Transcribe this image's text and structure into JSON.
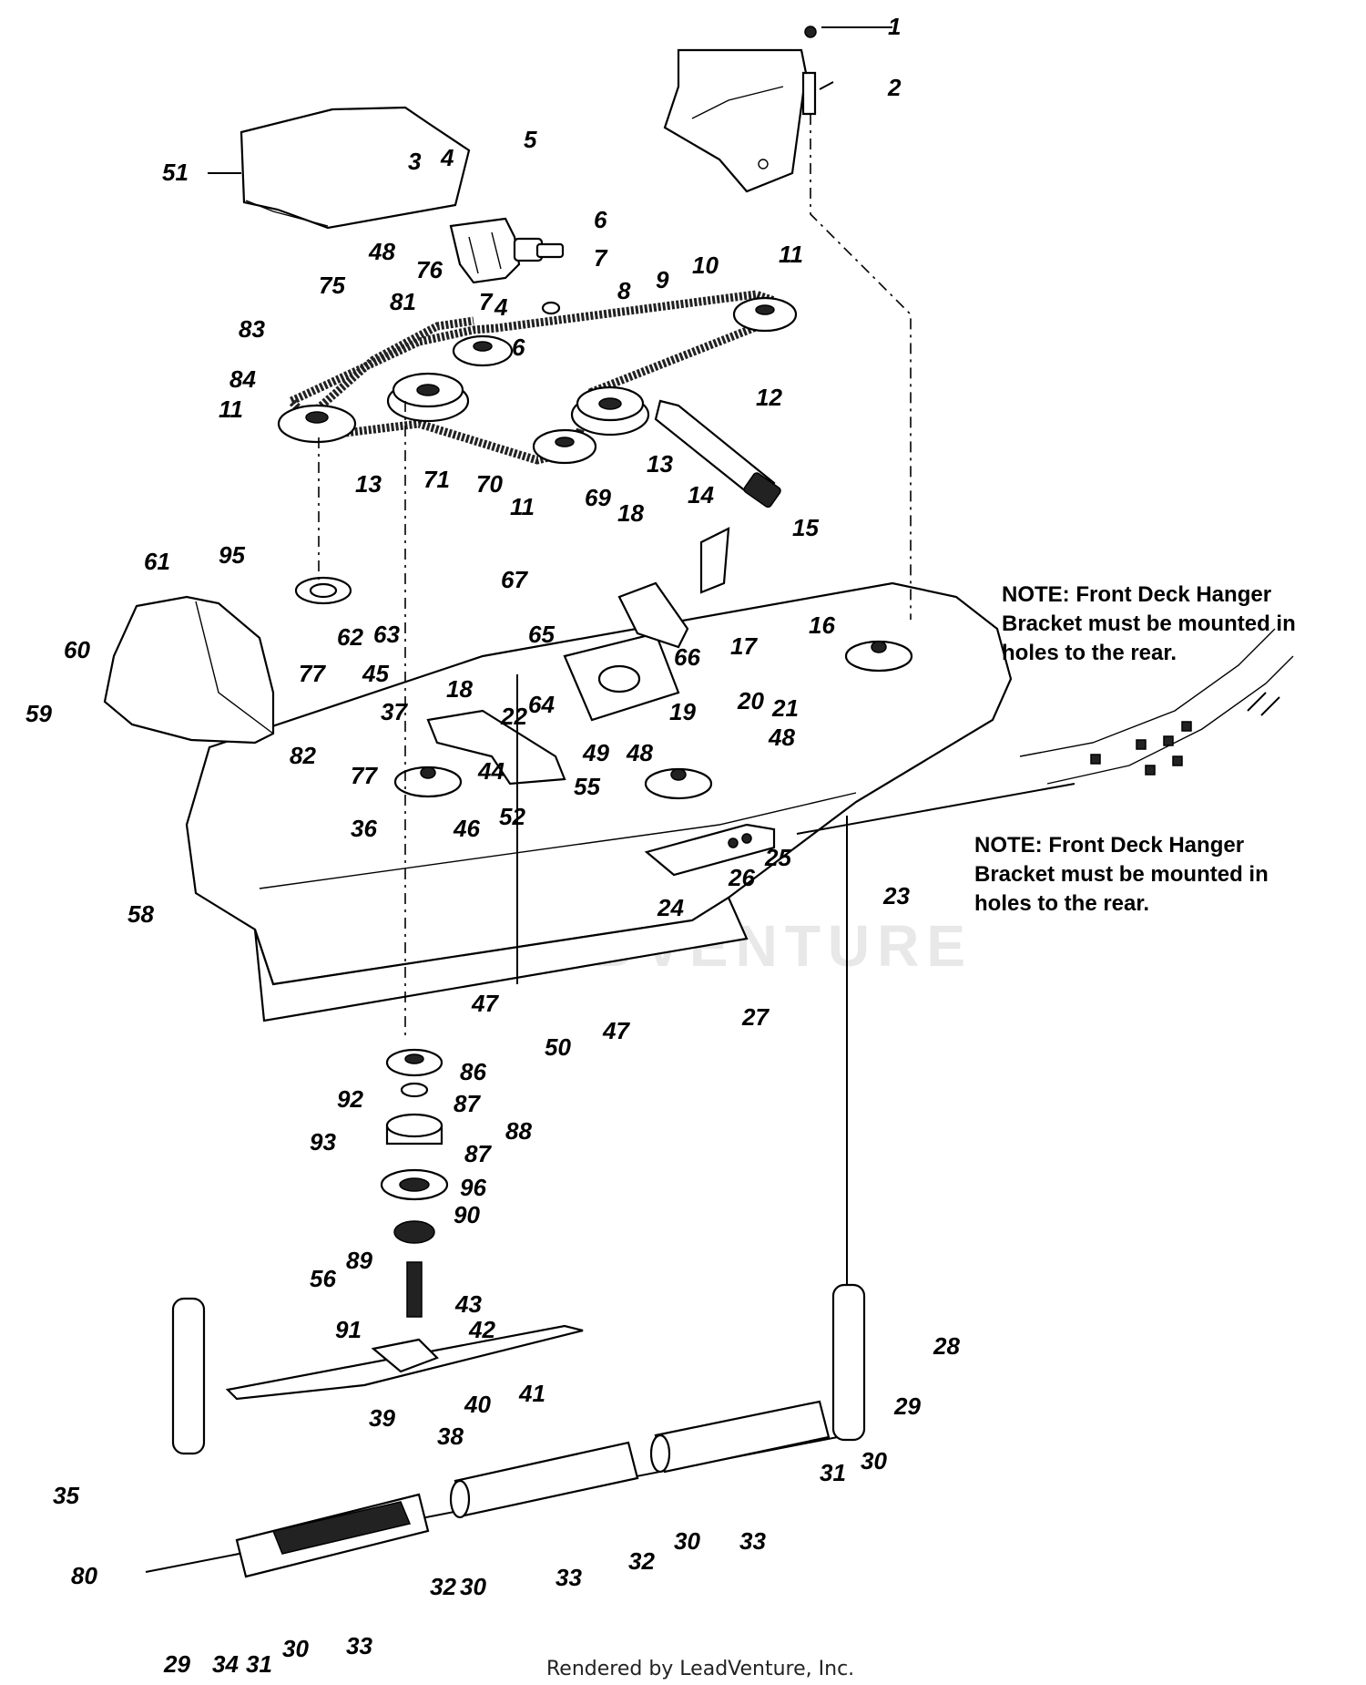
{
  "diagram": {
    "footer": "Rendered by LeadVenture, Inc.",
    "watermark": "LEADVENTURE",
    "notes": {
      "note_1": [
        "NOTE: Front Deck Hanger",
        "Bracket must be mounted in",
        "holes to the rear."
      ],
      "note_2": [
        "NOTE: Front Deck Hanger",
        "Bracket must be mounted in",
        "holes to the rear."
      ]
    },
    "callouts": [
      {
        "id": "c1",
        "text": "1"
      },
      {
        "id": "c2",
        "text": "2"
      },
      {
        "id": "c3",
        "text": "3"
      },
      {
        "id": "c4a",
        "text": "4"
      },
      {
        "id": "c4b",
        "text": "4"
      },
      {
        "id": "c5",
        "text": "5"
      },
      {
        "id": "c6a",
        "text": "6"
      },
      {
        "id": "c6b",
        "text": "6"
      },
      {
        "id": "c7a",
        "text": "7"
      },
      {
        "id": "c7b",
        "text": "7"
      },
      {
        "id": "c8",
        "text": "8"
      },
      {
        "id": "c9",
        "text": "9"
      },
      {
        "id": "c10",
        "text": "10"
      },
      {
        "id": "c11a",
        "text": "11"
      },
      {
        "id": "c11b",
        "text": "11"
      },
      {
        "id": "c11c",
        "text": "11"
      },
      {
        "id": "c12",
        "text": "12"
      },
      {
        "id": "c13a",
        "text": "13"
      },
      {
        "id": "c13b",
        "text": "13"
      },
      {
        "id": "c14",
        "text": "14"
      },
      {
        "id": "c15",
        "text": "15"
      },
      {
        "id": "c16",
        "text": "16"
      },
      {
        "id": "c17",
        "text": "17"
      },
      {
        "id": "c18a",
        "text": "18"
      },
      {
        "id": "c18b",
        "text": "18"
      },
      {
        "id": "c19",
        "text": "19"
      },
      {
        "id": "c20",
        "text": "20"
      },
      {
        "id": "c21",
        "text": "21"
      },
      {
        "id": "c22",
        "text": "22"
      },
      {
        "id": "c23",
        "text": "23"
      },
      {
        "id": "c24",
        "text": "24"
      },
      {
        "id": "c25",
        "text": "25"
      },
      {
        "id": "c26",
        "text": "26"
      },
      {
        "id": "c27",
        "text": "27"
      },
      {
        "id": "c28",
        "text": "28"
      },
      {
        "id": "c29a",
        "text": "29"
      },
      {
        "id": "c29b",
        "text": "29"
      },
      {
        "id": "c30a",
        "text": "30"
      },
      {
        "id": "c30b",
        "text": "30"
      },
      {
        "id": "c30c",
        "text": "30"
      },
      {
        "id": "c30d",
        "text": "30"
      },
      {
        "id": "c31a",
        "text": "31"
      },
      {
        "id": "c31b",
        "text": "31"
      },
      {
        "id": "c32a",
        "text": "32"
      },
      {
        "id": "c32b",
        "text": "32"
      },
      {
        "id": "c33a",
        "text": "33"
      },
      {
        "id": "c33b",
        "text": "33"
      },
      {
        "id": "c33c",
        "text": "33"
      },
      {
        "id": "c34",
        "text": "34"
      },
      {
        "id": "c35",
        "text": "35"
      },
      {
        "id": "c36",
        "text": "36"
      },
      {
        "id": "c37",
        "text": "37"
      },
      {
        "id": "c38",
        "text": "38"
      },
      {
        "id": "c39",
        "text": "39"
      },
      {
        "id": "c40",
        "text": "40"
      },
      {
        "id": "c41",
        "text": "41"
      },
      {
        "id": "c42",
        "text": "42"
      },
      {
        "id": "c43",
        "text": "43"
      },
      {
        "id": "c44",
        "text": "44"
      },
      {
        "id": "c45",
        "text": "45"
      },
      {
        "id": "c46",
        "text": "46"
      },
      {
        "id": "c47a",
        "text": "47"
      },
      {
        "id": "c47b",
        "text": "47"
      },
      {
        "id": "c48a",
        "text": "48"
      },
      {
        "id": "c48b",
        "text": "48"
      },
      {
        "id": "c48c",
        "text": "48"
      },
      {
        "id": "c49",
        "text": "49"
      },
      {
        "id": "c50",
        "text": "50"
      },
      {
        "id": "c51",
        "text": "51"
      },
      {
        "id": "c52",
        "text": "52"
      },
      {
        "id": "c55",
        "text": "55"
      },
      {
        "id": "c56",
        "text": "56"
      },
      {
        "id": "c58",
        "text": "58"
      },
      {
        "id": "c59",
        "text": "59"
      },
      {
        "id": "c60",
        "text": "60"
      },
      {
        "id": "c61",
        "text": "61"
      },
      {
        "id": "c62",
        "text": "62"
      },
      {
        "id": "c63",
        "text": "63"
      },
      {
        "id": "c64",
        "text": "64"
      },
      {
        "id": "c65",
        "text": "65"
      },
      {
        "id": "c66",
        "text": "66"
      },
      {
        "id": "c67",
        "text": "67"
      },
      {
        "id": "c69",
        "text": "69"
      },
      {
        "id": "c70",
        "text": "70"
      },
      {
        "id": "c71",
        "text": "71"
      },
      {
        "id": "c75",
        "text": "75"
      },
      {
        "id": "c76",
        "text": "76"
      },
      {
        "id": "c77a",
        "text": "77"
      },
      {
        "id": "c77b",
        "text": "77"
      },
      {
        "id": "c80",
        "text": "80"
      },
      {
        "id": "c81",
        "text": "81"
      },
      {
        "id": "c82",
        "text": "82"
      },
      {
        "id": "c83",
        "text": "83"
      },
      {
        "id": "c84",
        "text": "84"
      },
      {
        "id": "c86",
        "text": "86"
      },
      {
        "id": "c87a",
        "text": "87"
      },
      {
        "id": "c87b",
        "text": "87"
      },
      {
        "id": "c88",
        "text": "88"
      },
      {
        "id": "c89",
        "text": "89"
      },
      {
        "id": "c90",
        "text": "90"
      },
      {
        "id": "c91",
        "text": "91"
      },
      {
        "id": "c92",
        "text": "92"
      },
      {
        "id": "c93",
        "text": "93"
      },
      {
        "id": "c95",
        "text": "95"
      },
      {
        "id": "c96",
        "text": "96"
      }
    ]
  }
}
